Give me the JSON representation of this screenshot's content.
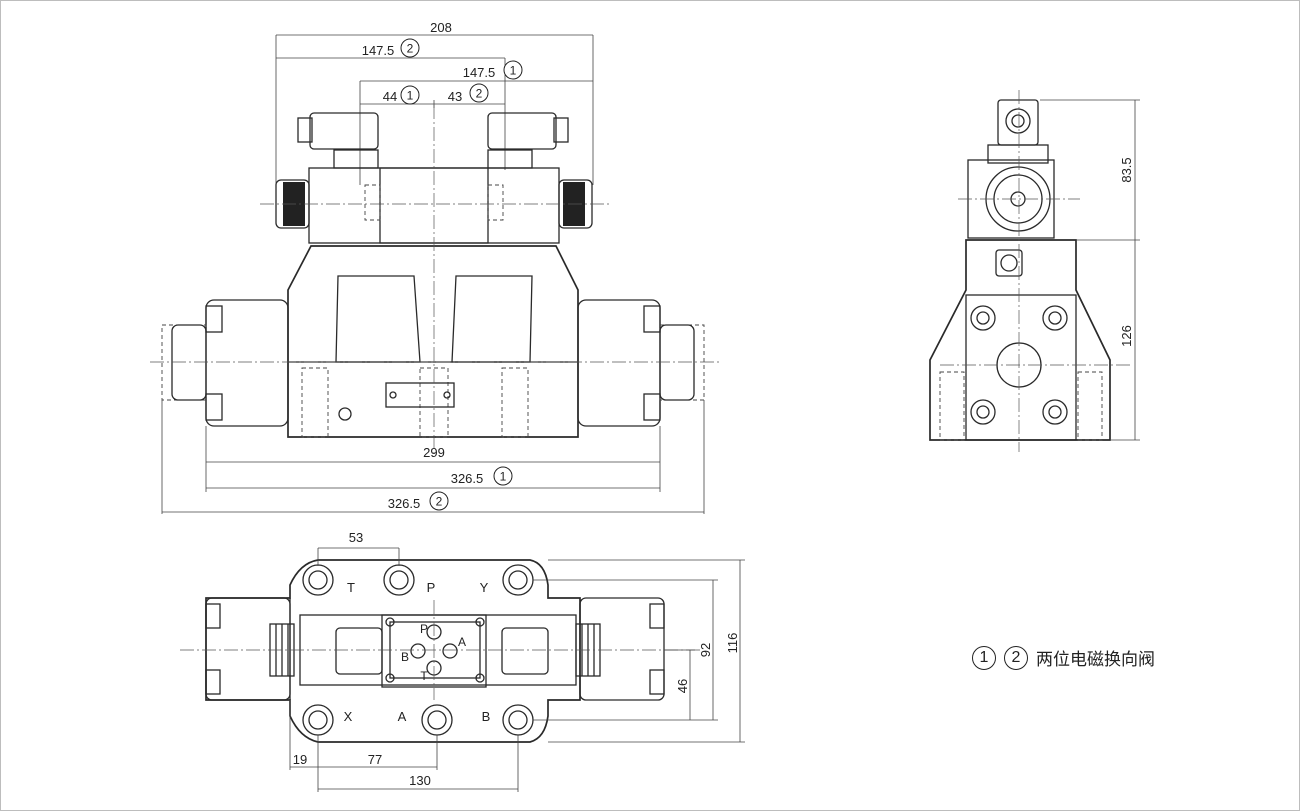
{
  "dimensions": {
    "front": {
      "d208": "208",
      "d147_5_a": "147.5",
      "d147_5_a_mark": "2",
      "d147_5_b": "147.5",
      "d147_5_b_mark": "1",
      "d44": "44",
      "d44_mark": "1",
      "d43": "43",
      "d43_mark": "2",
      "d299": "299",
      "d326_5_a": "326.5",
      "d326_5_a_mark": "1",
      "d326_5_b": "326.5",
      "d326_5_b_mark": "2"
    },
    "side": {
      "d83_5": "83.5",
      "d126": "126"
    },
    "bottom": {
      "d53": "53",
      "d92": "92",
      "d116": "116",
      "d46": "46",
      "d19": "19",
      "d77": "77",
      "d130": "130"
    }
  },
  "port_labels": {
    "T": "T",
    "P": "P",
    "Y": "Y",
    "X": "X",
    "A": "A",
    "B": "B",
    "inner_P": "P",
    "inner_A": "A",
    "inner_B": "B",
    "inner_T": "T"
  },
  "legend": {
    "mark1": "1",
    "mark2": "2",
    "text": "两位电磁换向阀"
  }
}
